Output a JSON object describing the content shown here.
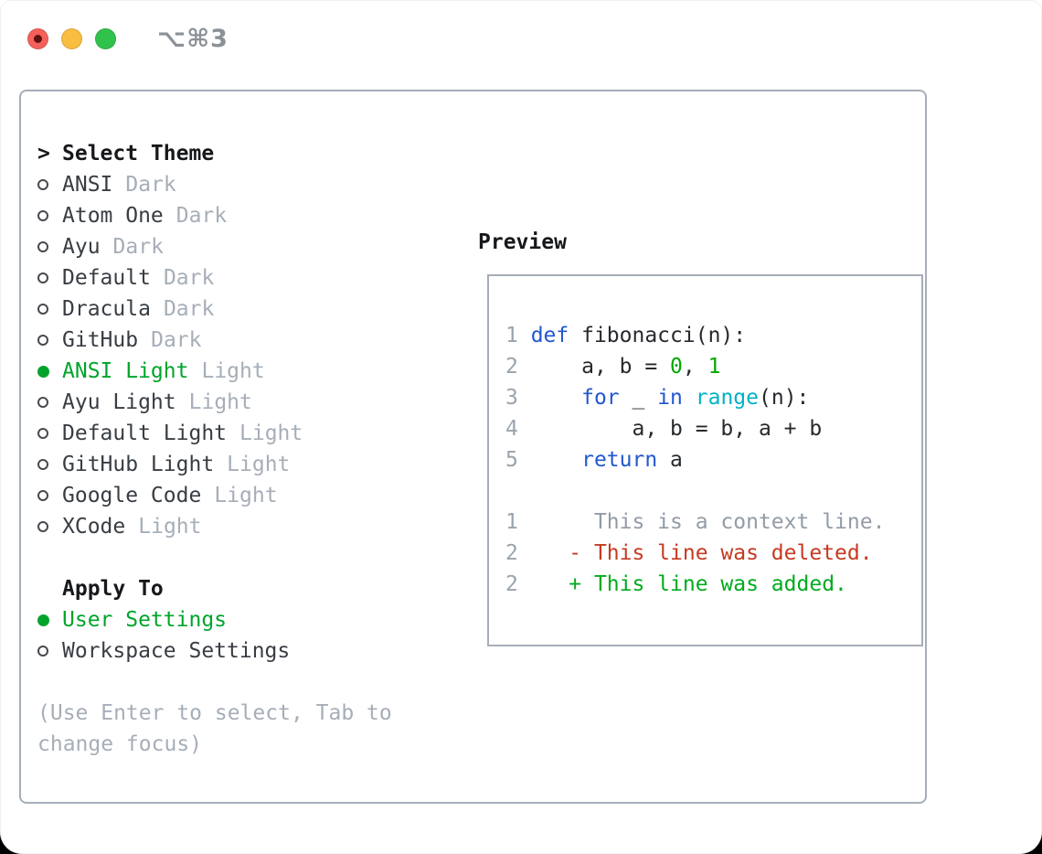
{
  "titlebar": {
    "title": "⌥⌘3",
    "buttons": [
      "close",
      "minimize",
      "zoom"
    ]
  },
  "theme_section": {
    "header_marker": ">",
    "header": "Select Theme",
    "items": [
      {
        "name": "ANSI",
        "tag": "Dark",
        "selected": false
      },
      {
        "name": "Atom One",
        "tag": "Dark",
        "selected": false
      },
      {
        "name": "Ayu",
        "tag": "Dark",
        "selected": false
      },
      {
        "name": "Default",
        "tag": "Dark",
        "selected": false
      },
      {
        "name": "Dracula",
        "tag": "Dark",
        "selected": false
      },
      {
        "name": "GitHub",
        "tag": "Dark",
        "selected": false
      },
      {
        "name": "ANSI Light",
        "tag": "Light",
        "selected": true
      },
      {
        "name": "Ayu Light",
        "tag": "Light",
        "selected": false
      },
      {
        "name": "Default Light",
        "tag": "Light",
        "selected": false
      },
      {
        "name": "GitHub Light",
        "tag": "Light",
        "selected": false
      },
      {
        "name": "Google Code",
        "tag": "Light",
        "selected": false
      },
      {
        "name": "XCode",
        "tag": "Light",
        "selected": false
      }
    ]
  },
  "apply_section": {
    "header": "Apply To",
    "items": [
      {
        "label": "User Settings",
        "selected": true
      },
      {
        "label": "Workspace Settings",
        "selected": false
      }
    ]
  },
  "help_lines": [
    "(Use Enter to select, Tab to",
    "change focus)"
  ],
  "preview": {
    "label": "Preview",
    "code_lines": [
      [
        {
          "t": "1 ",
          "c": "num"
        },
        {
          "t": "def",
          "c": "kw"
        },
        {
          "t": " fibonacci(n):",
          "c": "pl"
        }
      ],
      [
        {
          "t": "2 ",
          "c": "num"
        },
        {
          "t": "    a, b = ",
          "c": "pl"
        },
        {
          "t": "0",
          "c": "lit"
        },
        {
          "t": ", ",
          "c": "pl"
        },
        {
          "t": "1",
          "c": "lit"
        }
      ],
      [
        {
          "t": "3 ",
          "c": "num"
        },
        {
          "t": "    ",
          "c": "pl"
        },
        {
          "t": "for",
          "c": "kw"
        },
        {
          "t": " _ ",
          "c": "pl"
        },
        {
          "t": "in",
          "c": "kw"
        },
        {
          "t": " ",
          "c": "pl"
        },
        {
          "t": "range",
          "c": "fn"
        },
        {
          "t": "(n):",
          "c": "pl"
        }
      ],
      [
        {
          "t": "4 ",
          "c": "num"
        },
        {
          "t": "        a, b = b, a + b",
          "c": "pl"
        }
      ],
      [
        {
          "t": "5 ",
          "c": "num"
        },
        {
          "t": "    ",
          "c": "pl"
        },
        {
          "t": "return",
          "c": "kw"
        },
        {
          "t": " a",
          "c": "pl"
        }
      ],
      [],
      [
        {
          "t": "1 ",
          "c": "num"
        },
        {
          "t": "     This is a context line.",
          "c": "ctx"
        }
      ],
      [
        {
          "t": "2 ",
          "c": "num"
        },
        {
          "t": "   - This line was deleted.",
          "c": "del"
        }
      ],
      [
        {
          "t": "2 ",
          "c": "num"
        },
        {
          "t": "   + This line was added.",
          "c": "add"
        }
      ]
    ]
  },
  "colors": {
    "selection_green": "#00a42c",
    "keyword_blue": "#2257cf",
    "function_cyan": "#00b2c6",
    "literal_green": "#00a700",
    "diff_added_green": "#00ab1d",
    "diff_deleted_red": "#c53a21",
    "muted_gray": "#a6aeb8",
    "border_gray": "#a6aeb8",
    "traffic_red": "#f4605a",
    "traffic_yellow": "#f8bd41",
    "traffic_green": "#31c24b"
  }
}
